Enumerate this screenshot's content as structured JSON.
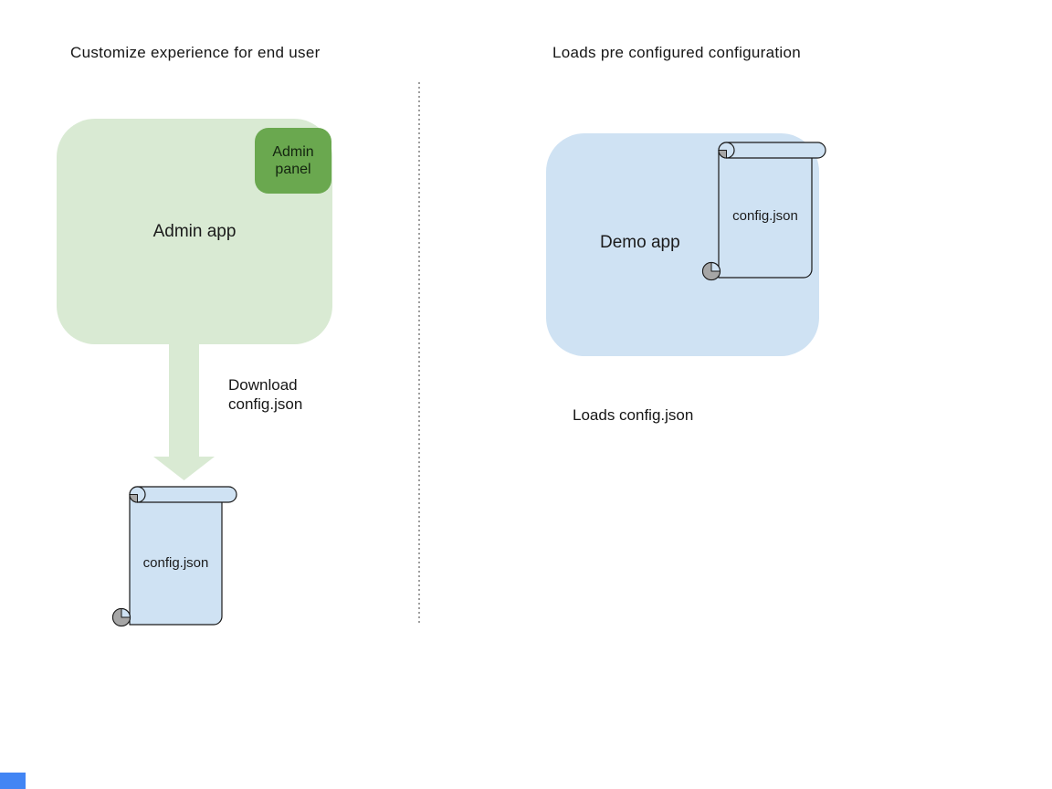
{
  "colors": {
    "light_green": "#d9ead3",
    "green": "#6aa84f",
    "light_blue": "#cfe2f3",
    "scroll_curl_gray": "#a6a6a6",
    "outline": "#1a1a1a",
    "accent_blue": "#4285f4"
  },
  "left": {
    "title": "Customize experience for end user",
    "admin_app_label": "Admin app",
    "admin_panel_label": "Admin panel",
    "arrow_caption_lines": [
      "Download",
      "config.json"
    ],
    "scroll_label": "config.json"
  },
  "right": {
    "title": "Loads pre configured configuration",
    "demo_app_label": "Demo app",
    "scroll_label": "config.json",
    "caption": "Loads config.json"
  }
}
